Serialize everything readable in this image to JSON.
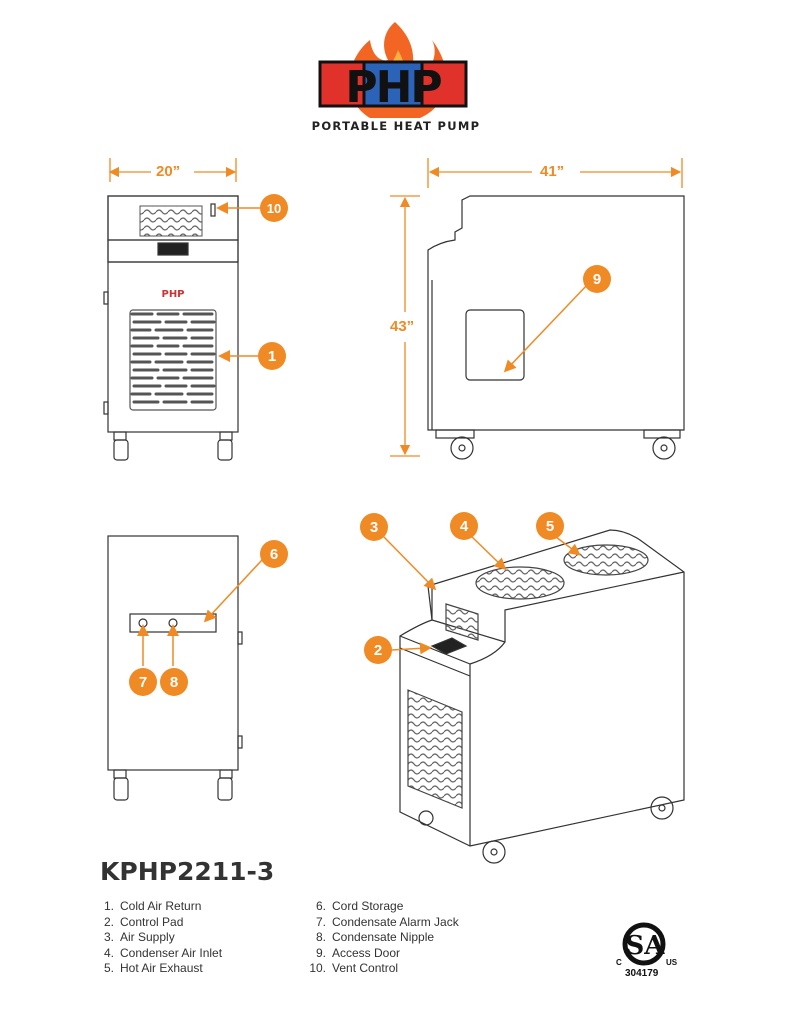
{
  "brand": {
    "logo_text": "PHP",
    "subtitle": "PORTABLE HEAT PUMP"
  },
  "dimensions": {
    "width": "20”",
    "depth": "41”",
    "height": "43”"
  },
  "callouts": [
    "1",
    "2",
    "3",
    "4",
    "5",
    "6",
    "7",
    "8",
    "9",
    "10"
  ],
  "model": "KPHP2211-3",
  "parts_col1": [
    {
      "num": "1.",
      "label": "Cold Air Return"
    },
    {
      "num": "2.",
      "label": "Control Pad"
    },
    {
      "num": "3.",
      "label": "Air Supply"
    },
    {
      "num": "4.",
      "label": "Condenser Air Inlet"
    },
    {
      "num": "5.",
      "label": "Hot Air Exhaust"
    }
  ],
  "parts_col2": [
    {
      "num": "6.",
      "label": "Cord Storage"
    },
    {
      "num": "7.",
      "label": "Condensate Alarm Jack"
    },
    {
      "num": "8.",
      "label": "Condensate Nipple"
    },
    {
      "num": "9.",
      "label": "Access Door"
    },
    {
      "num": "10.",
      "label": "Vent Control"
    }
  ],
  "certification": {
    "mark": "SA",
    "left": "C",
    "right": "US",
    "number": "304179"
  },
  "colors": {
    "accent": "#f08a24",
    "logo_red": "#e0312b",
    "logo_blue": "#2a63b8",
    "logo_flame": "#f26522"
  }
}
